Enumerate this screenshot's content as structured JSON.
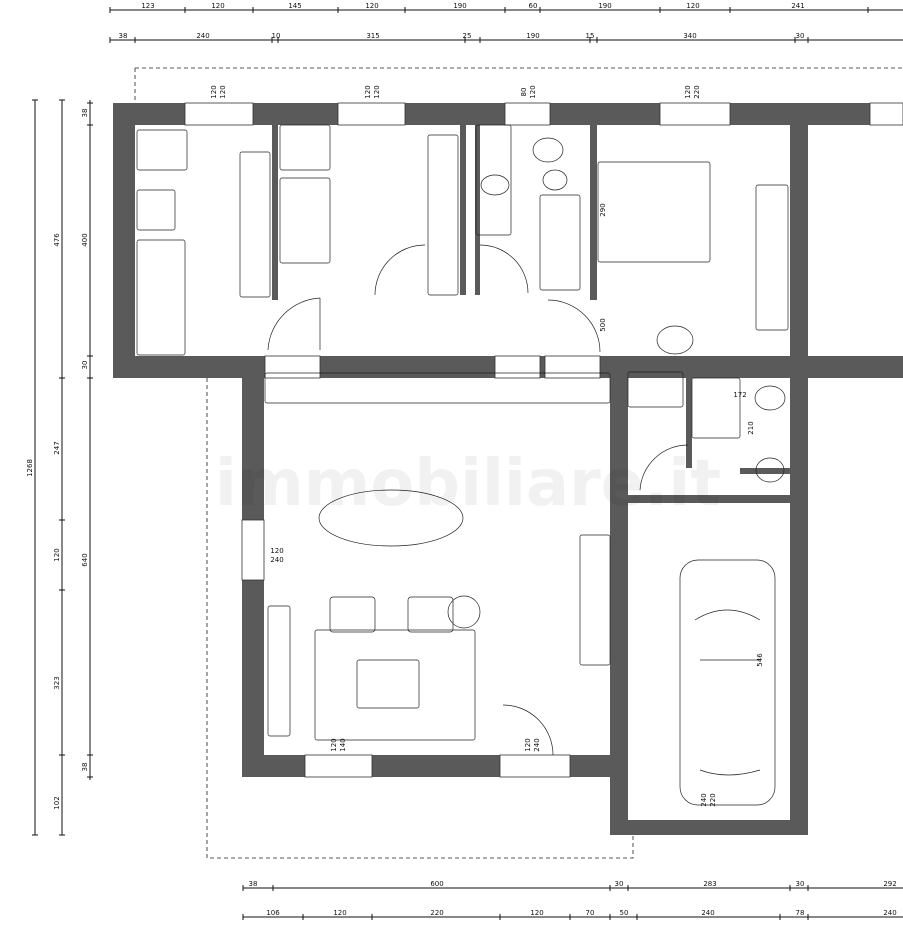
{
  "watermark": "immobiliare.it",
  "dimensions": {
    "top_row_1": [
      "123",
      "120",
      "145",
      "120",
      "190",
      "60",
      "190",
      "120",
      "241"
    ],
    "top_row_2": [
      "38",
      "240",
      "10",
      "315",
      "25",
      "190",
      "15",
      "340",
      "30"
    ],
    "left_col_1": [
      "1268"
    ],
    "left_col_2": [
      "476",
      "247",
      "120",
      "323",
      "102"
    ],
    "left_col_3": [
      "38",
      "400",
      "30",
      "640",
      "38"
    ],
    "bottom_row_1": [
      "38",
      "600",
      "30",
      "283",
      "30",
      "292"
    ],
    "bottom_row_2": [
      "106",
      "120",
      "220",
      "120",
      "70",
      "50",
      "240",
      "78",
      "240"
    ],
    "interior": [
      "120",
      "120",
      "120",
      "120",
      "80",
      "120",
      "120",
      "220",
      "290",
      "500",
      "120",
      "240",
      "120",
      "140",
      "120",
      "240",
      "172",
      "210",
      "546",
      "240",
      "220"
    ]
  }
}
